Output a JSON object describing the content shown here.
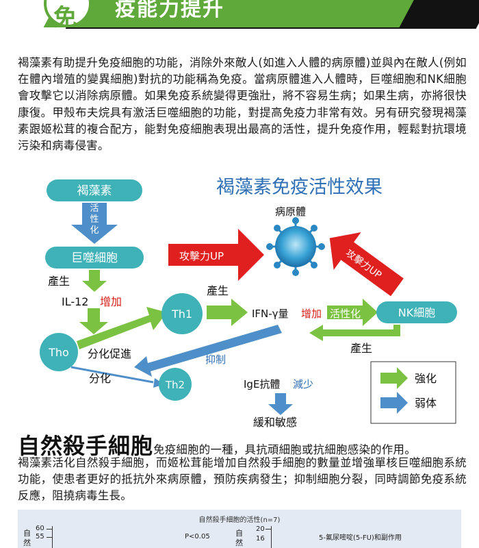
{
  "header": {
    "badge_char": "免",
    "title": "疫能力提升"
  },
  "intro": {
    "text": "褐藻素有助提升免疫細胞的功能，消除外來敵人(如進入人體的病原體)並與內在敵人(例如在體內增殖的變異細胞)對抗的功能稱為免疫。當病原體進入人體時，巨噬細胞和NK細胞會攻擊它以消除病原體。如果免疫系統變得更強壯，將不容易生病；如果生病，亦將很快康復。甲殼布夫烷具有激活巨噬細胞的功能，對提高免疫力非常有效。另有研究發現褐藻素跟姬松茸的複合配方，能對免疫細胞表現出最高的活性，提升免疫作用，輕鬆對抗環境污染和病毒侵害。"
  },
  "diagram": {
    "title": "褐藻素免疫活性效果",
    "nodes": {
      "fucoidan": "褐藻素",
      "activate": "活性化",
      "macrophage": "巨噬細胞",
      "th0": "Tho",
      "th1": "Th1",
      "th2": "Th2",
      "nk": "NK細胞",
      "pathogen": "病原體"
    },
    "labels": {
      "produce1": "產生",
      "il12": "IL-12",
      "il12_increase": "增加",
      "diff_promote": "分化促進",
      "differentiate": "分化",
      "produce2": "產生",
      "ifn": "IFN-γ量",
      "ifn_increase": "增加",
      "ifn_activate": "活性化",
      "produce3": "產生",
      "suppress": "抑制",
      "ige": "IgE抗體",
      "ige_decrease": "減少",
      "relieve": "緩和敏感",
      "attack1": "攻擊力UP",
      "attack2": "攻擊力UP"
    },
    "legend": {
      "strengthen": "強化",
      "weaken": "弱体"
    },
    "colors": {
      "green": "#7cc242",
      "blue": "#4f8fc9",
      "teal": "#3fb2b8",
      "red": "#e0201e",
      "accent_text": "#d91e18"
    }
  },
  "nk_section": {
    "title": "自然殺手細胞",
    "subtitle": "免疫細胞的一種，具抗頑細胞或抗細胞感染的作用。",
    "body": "褐藻素活化自然殺手細胞，而姬松茸能增加自然殺手細胞的數量並增強單核巨噬細胞系統功能，使患者更好的抵抗外來病原體，預防疾病發生；抑制細胞分裂，同時調節免疫系統反應，阻撓病毒生長。"
  },
  "chart_data": {
    "type": "bar",
    "title": "自然殺手細胞的活性(n=7)",
    "panels": [
      {
        "ylabel": "自然",
        "yticks": [
          55,
          60
        ],
        "annotation": "P<0.05"
      },
      {
        "ylabel": "自然",
        "yticks": [
          16,
          20
        ],
        "annotation": "5-氟尿嘧啶(5-FU)和副作用"
      }
    ]
  }
}
